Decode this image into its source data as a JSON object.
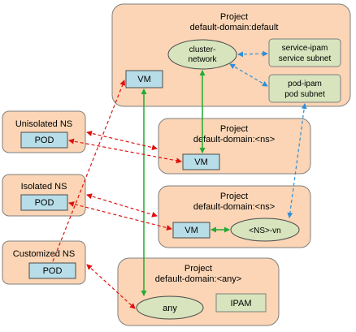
{
  "project_top": {
    "title": "Project",
    "subtitle": "default-domain:default",
    "cluster_network": [
      "cluster-",
      "network"
    ],
    "service_ipam": [
      "service-ipam",
      "service  subnet"
    ],
    "pod_ipam": [
      "pod-ipam",
      "pod subnet"
    ],
    "vm": "VM"
  },
  "project_ns1": {
    "title": "Project",
    "subtitle": "default-domain:<ns>",
    "vm": "VM"
  },
  "project_ns2": {
    "title": "Project",
    "subtitle": "default-domain:<ns>",
    "vm": "VM",
    "vn": "<NS>-vn"
  },
  "project_any": {
    "title": "Project",
    "subtitle": "default-domain:<any>",
    "any": "any",
    "ipam": "IPAM"
  },
  "namespaces": {
    "unisolated": {
      "label": "Unisolated NS",
      "pod": "POD"
    },
    "isolated": {
      "label": "Isolated NS",
      "pod": "POD"
    },
    "customized": {
      "label": "Customized NS",
      "pod": "POD"
    }
  },
  "colors": {
    "project_fill": "#fbd5b5",
    "object_fill": "#b7dde8",
    "network_fill": "#d7e4bd",
    "red_link": "#e01010",
    "blue_link": "#2f8fd8",
    "green_link": "#22aa33"
  }
}
